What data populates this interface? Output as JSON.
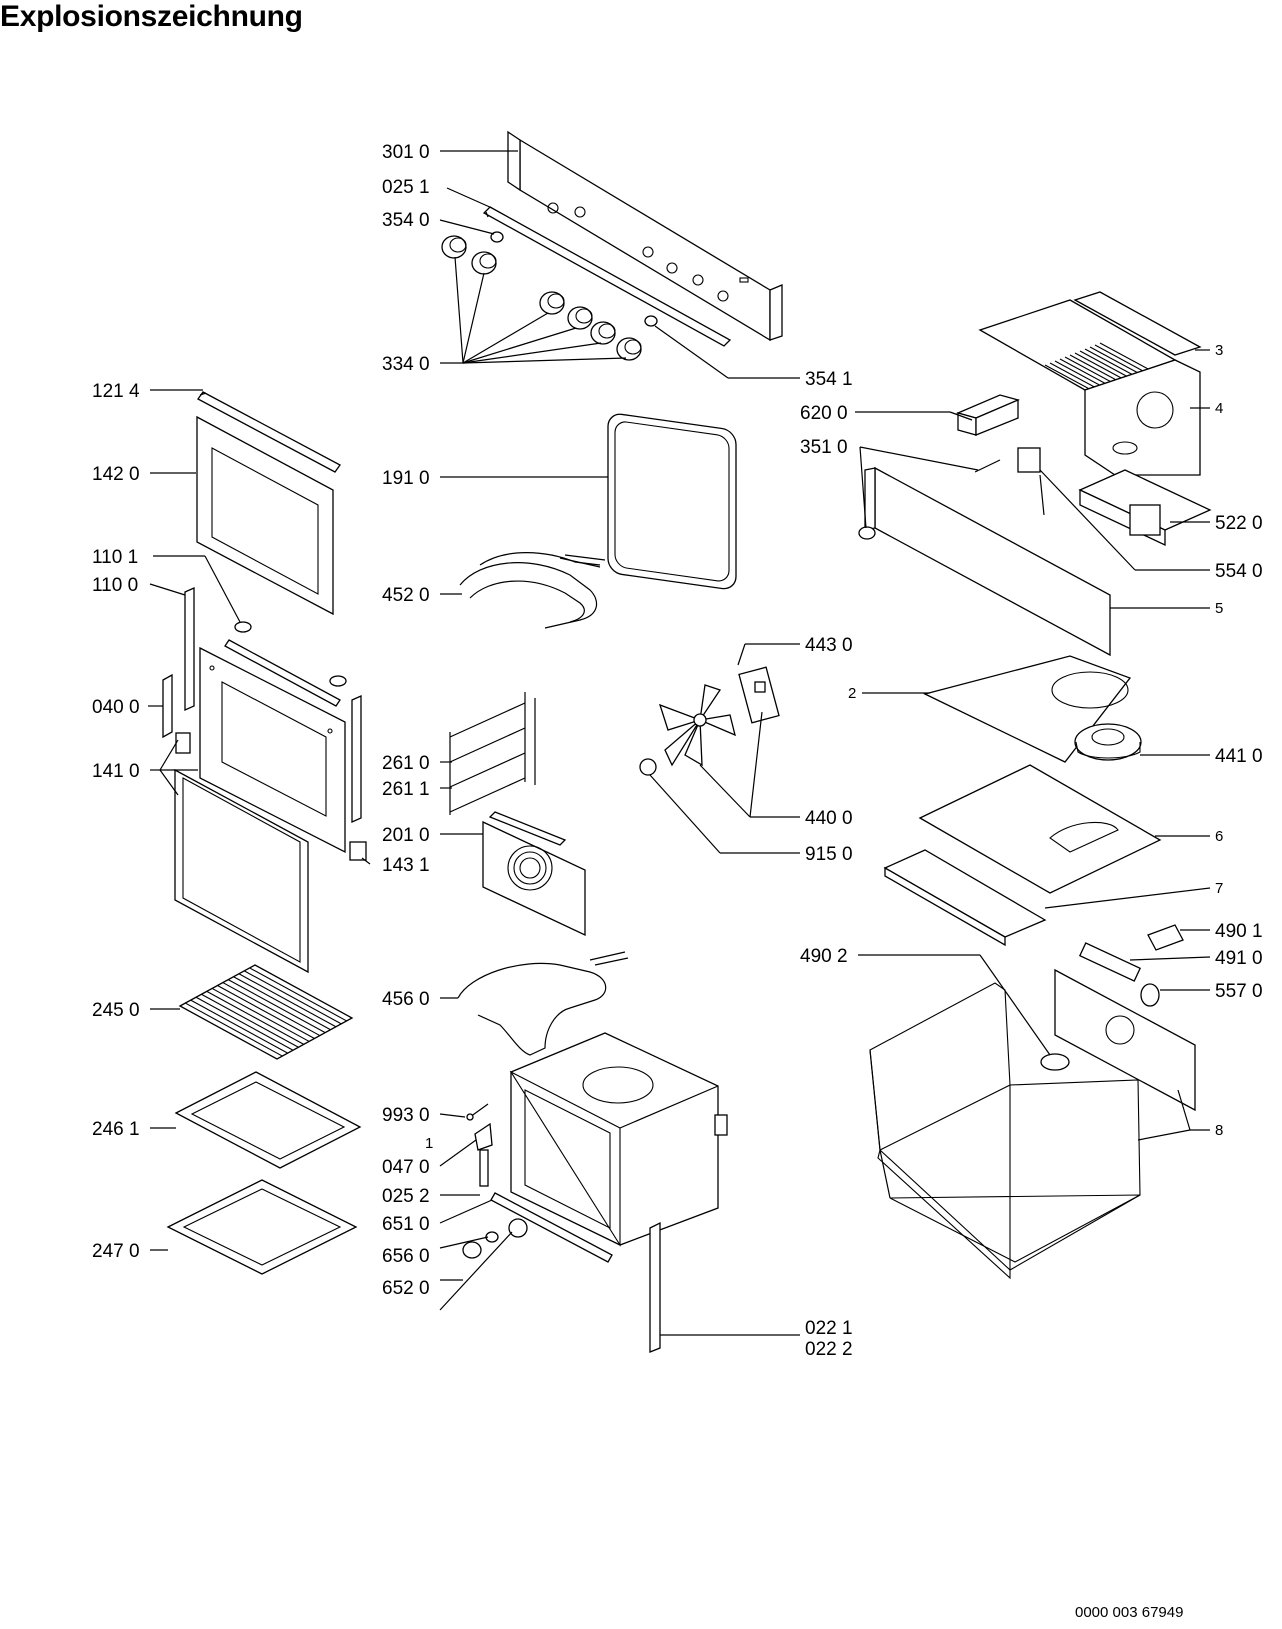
{
  "title": "Explosionszeichnung",
  "footer_code": "0000 003 67949",
  "labels": {
    "p3010": "301 0",
    "p0251": "025 1",
    "p3540": "354 0",
    "p3340": "334 0",
    "p3541": "354 1",
    "p1214": "121 4",
    "p1420": "142 0",
    "p1910": "191 0",
    "p1101": "110 1",
    "p1100": "110 0",
    "p4520": "452 0",
    "p0400": "040 0",
    "p1410": "141 0",
    "p2610": "261 0",
    "p2611": "261 1",
    "p2010": "201 0",
    "p1431": "143 1",
    "p2450": "245 0",
    "p4560": "456 0",
    "p2461": "246 1",
    "p9930": "993 0",
    "p1": "1",
    "p0470": "047 0",
    "p0252": "025 2",
    "p2470": "247 0",
    "p6510": "651 0",
    "p6560": "656 0",
    "p6520": "652 0",
    "p0221": "022 1",
    "p0222": "022 2",
    "p3": "3",
    "p4": "4",
    "p6200": "620 0",
    "p3510": "351 0",
    "p5220": "522 0",
    "p5540": "554 0",
    "p5": "5",
    "p4430": "443 0",
    "p2": "2",
    "p4410": "441 0",
    "p4400": "440 0",
    "p6": "6",
    "p9150": "915 0",
    "p7": "7",
    "p4901": "490 1",
    "p4902": "490 2",
    "p4910": "491 0",
    "p5570": "557 0",
    "p8": "8"
  }
}
